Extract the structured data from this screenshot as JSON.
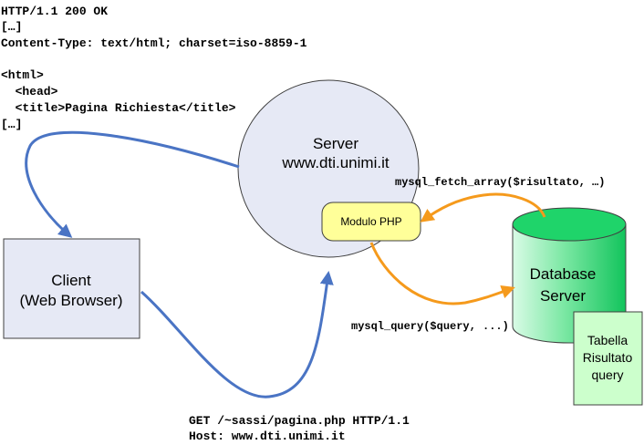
{
  "response_header": [
    "HTTP/1.1 200 OK",
    "[…]",
    "Content-Type: text/html; charset=iso-8859-1",
    "",
    "<html>",
    "  <head>",
    "  <title>Pagina Richiesta</title>",
    "[…]"
  ],
  "server": {
    "line1": "Server",
    "line2": "www.dti.unimi.it"
  },
  "php_module": {
    "label": "Modulo PHP"
  },
  "client": {
    "line1": "Client",
    "line2": "(Web Browser)"
  },
  "database": {
    "line1": "Database",
    "line2": "Server"
  },
  "result_table": {
    "line1": "Tabella",
    "line2": "Risultato",
    "line3": "query"
  },
  "calls": {
    "fetch": "mysql_fetch_array($risultato, …)",
    "query": "mysql_query($query, ...)"
  },
  "request": {
    "line1": "GET /~sassi/pagina.php HTTP/1.1",
    "line2": "Host: www.dti.unimi.it"
  },
  "colors": {
    "request_arrow": "#4a74c4",
    "db_arrow": "#f59a1c",
    "server_fill": "#e6e9f5",
    "php_fill": "#ffff99",
    "client_fill": "#e6e9f5",
    "db_fill": "#1fd46a",
    "table_fill": "#ccffcc"
  }
}
